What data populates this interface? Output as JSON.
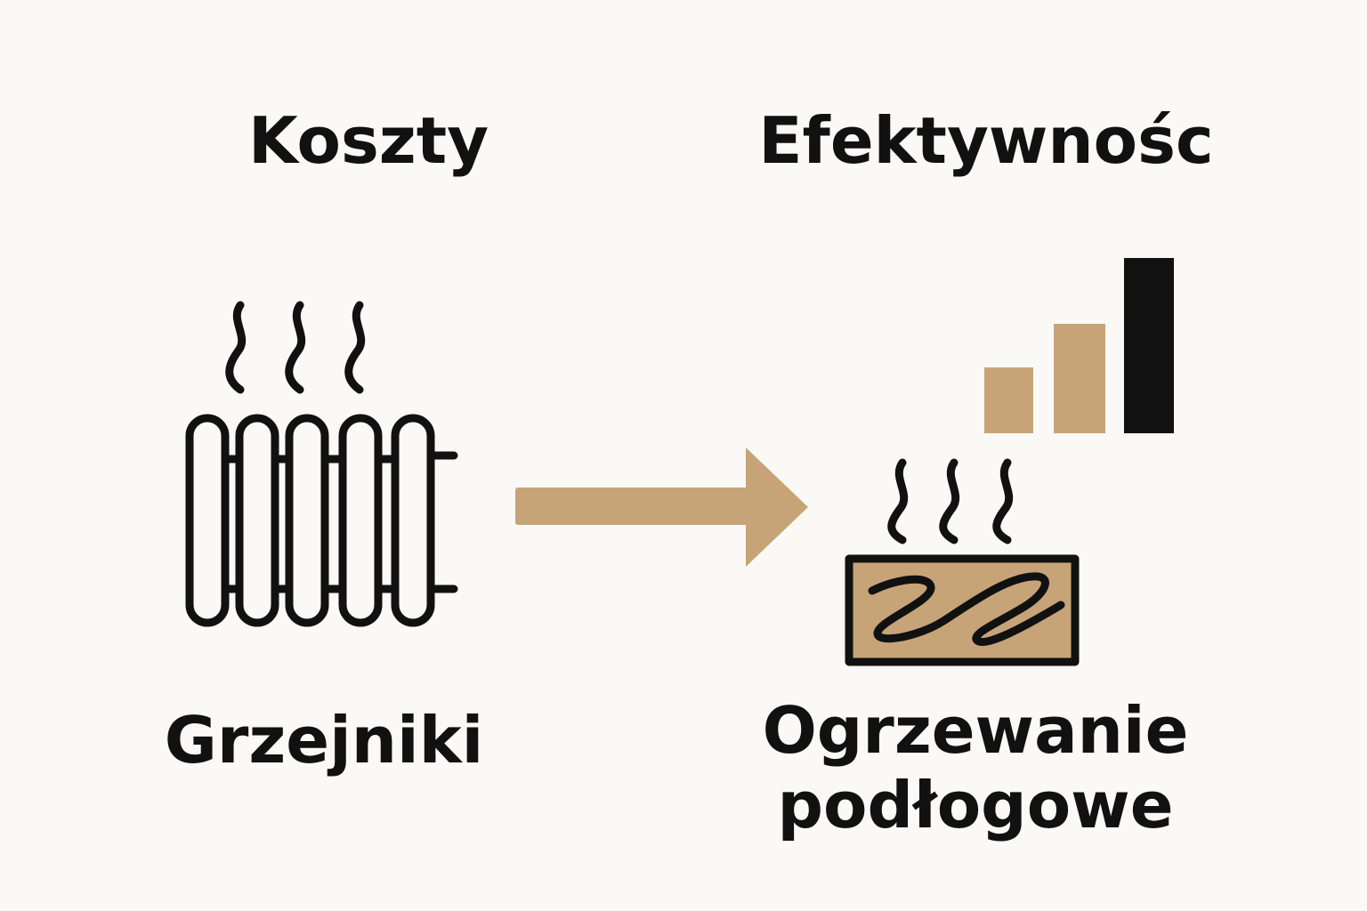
{
  "titles": {
    "left": "Koszty",
    "right": "Efektywnośc"
  },
  "labels": {
    "left": "Grzejniki",
    "right_line1": "Ogrzewanie",
    "right_line2": "podłogowe"
  },
  "icons": {
    "left": "radiator-icon",
    "right": "underfloor-heating-icon",
    "arrow": "arrow-right-icon",
    "chart": "bar-chart-icon"
  },
  "colors": {
    "background": "#fbf9f5",
    "ink": "#111111",
    "accent": "#c6a478"
  }
}
